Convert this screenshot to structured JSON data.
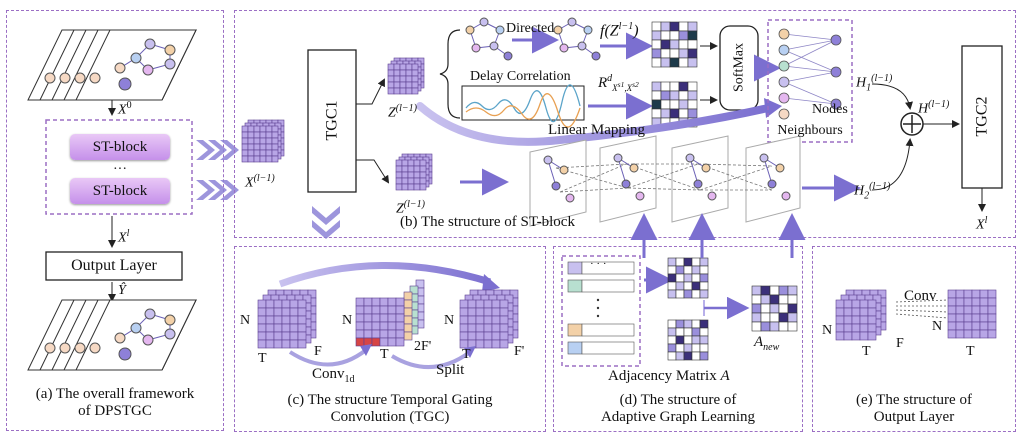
{
  "panel_a": {
    "st_block_1": "ST-block",
    "dots": "···",
    "st_block_2": "ST-block",
    "x0": "X",
    "x0_sup": "0",
    "xl": "X",
    "xl_sup": "l",
    "output_layer": "Output Layer",
    "yhat": "Ŷ",
    "caption_line1": "(a) The overall framework",
    "caption_line2": "of DPSTGC"
  },
  "panel_b": {
    "tgc1": "TGC1",
    "tgc2": "TGC2",
    "x_in": "X",
    "x_in_sup": "(l−1)",
    "z_top": "Z",
    "z_top_sup": "(l−1)",
    "z_bottom": "Z",
    "z_bottom_sup": "(l−1)",
    "directed": "Directed",
    "f_z": "f(Z",
    "f_z_sup": "l−1",
    "f_z_close": ")",
    "delay_correlation": "Delay Correlation",
    "r_x": "R",
    "r_x_sup": "d",
    "r_x_sub": "X",
    "r_x_sub2": "s1",
    "r_x_sub3": ",X",
    "r_x_sub4": "s2",
    "softmax": "SoftMax",
    "linear_mapping": "Linear Mapping",
    "nodes": "Nodes",
    "neighbours": "Neighbours",
    "h1": "H",
    "h1_sub": "1",
    "h1_sup": "(l−1)",
    "h2": "H",
    "h2_sub": "2",
    "h2_sup": "(l−1)",
    "h": "H",
    "h_sup": "(l−1)",
    "x_out": "X",
    "x_out_sup": "l",
    "caption": "(b) The structure of ST-block"
  },
  "panel_c": {
    "n1": "N",
    "t1": "T",
    "f1": "F",
    "n2": "N",
    "t2": "T",
    "f2": "2F'",
    "n3": "N",
    "t3": "T",
    "f3": "F'",
    "conv": "Conv",
    "conv_sub": "1d",
    "split": "Split",
    "caption_line1": "(c) The structure Temporal Gating",
    "caption_line2": "Convolution (TGC)"
  },
  "panel_d": {
    "dots": "· · ·",
    "a_new": "A",
    "a_new_sub": "new",
    "adjacency": "Adjacency Matrix",
    "adjacency_a": "A",
    "caption_line1": "(d) The structure of",
    "caption_line2": "Adaptive Graph Learning"
  },
  "panel_e": {
    "conv": "Conv",
    "n1": "N",
    "t1": "T",
    "f1": "F",
    "n2": "N",
    "t2": "T",
    "caption_line1": "(e) The structure of",
    "caption_line2": "Output Layer"
  },
  "colors": {
    "panel_border": "#9b6fc4",
    "grid_fill": "#b8a6e6",
    "grid_line": "#5a3f8f",
    "arrow": "#7b6fd0",
    "st_block": "#d8a8f0"
  }
}
